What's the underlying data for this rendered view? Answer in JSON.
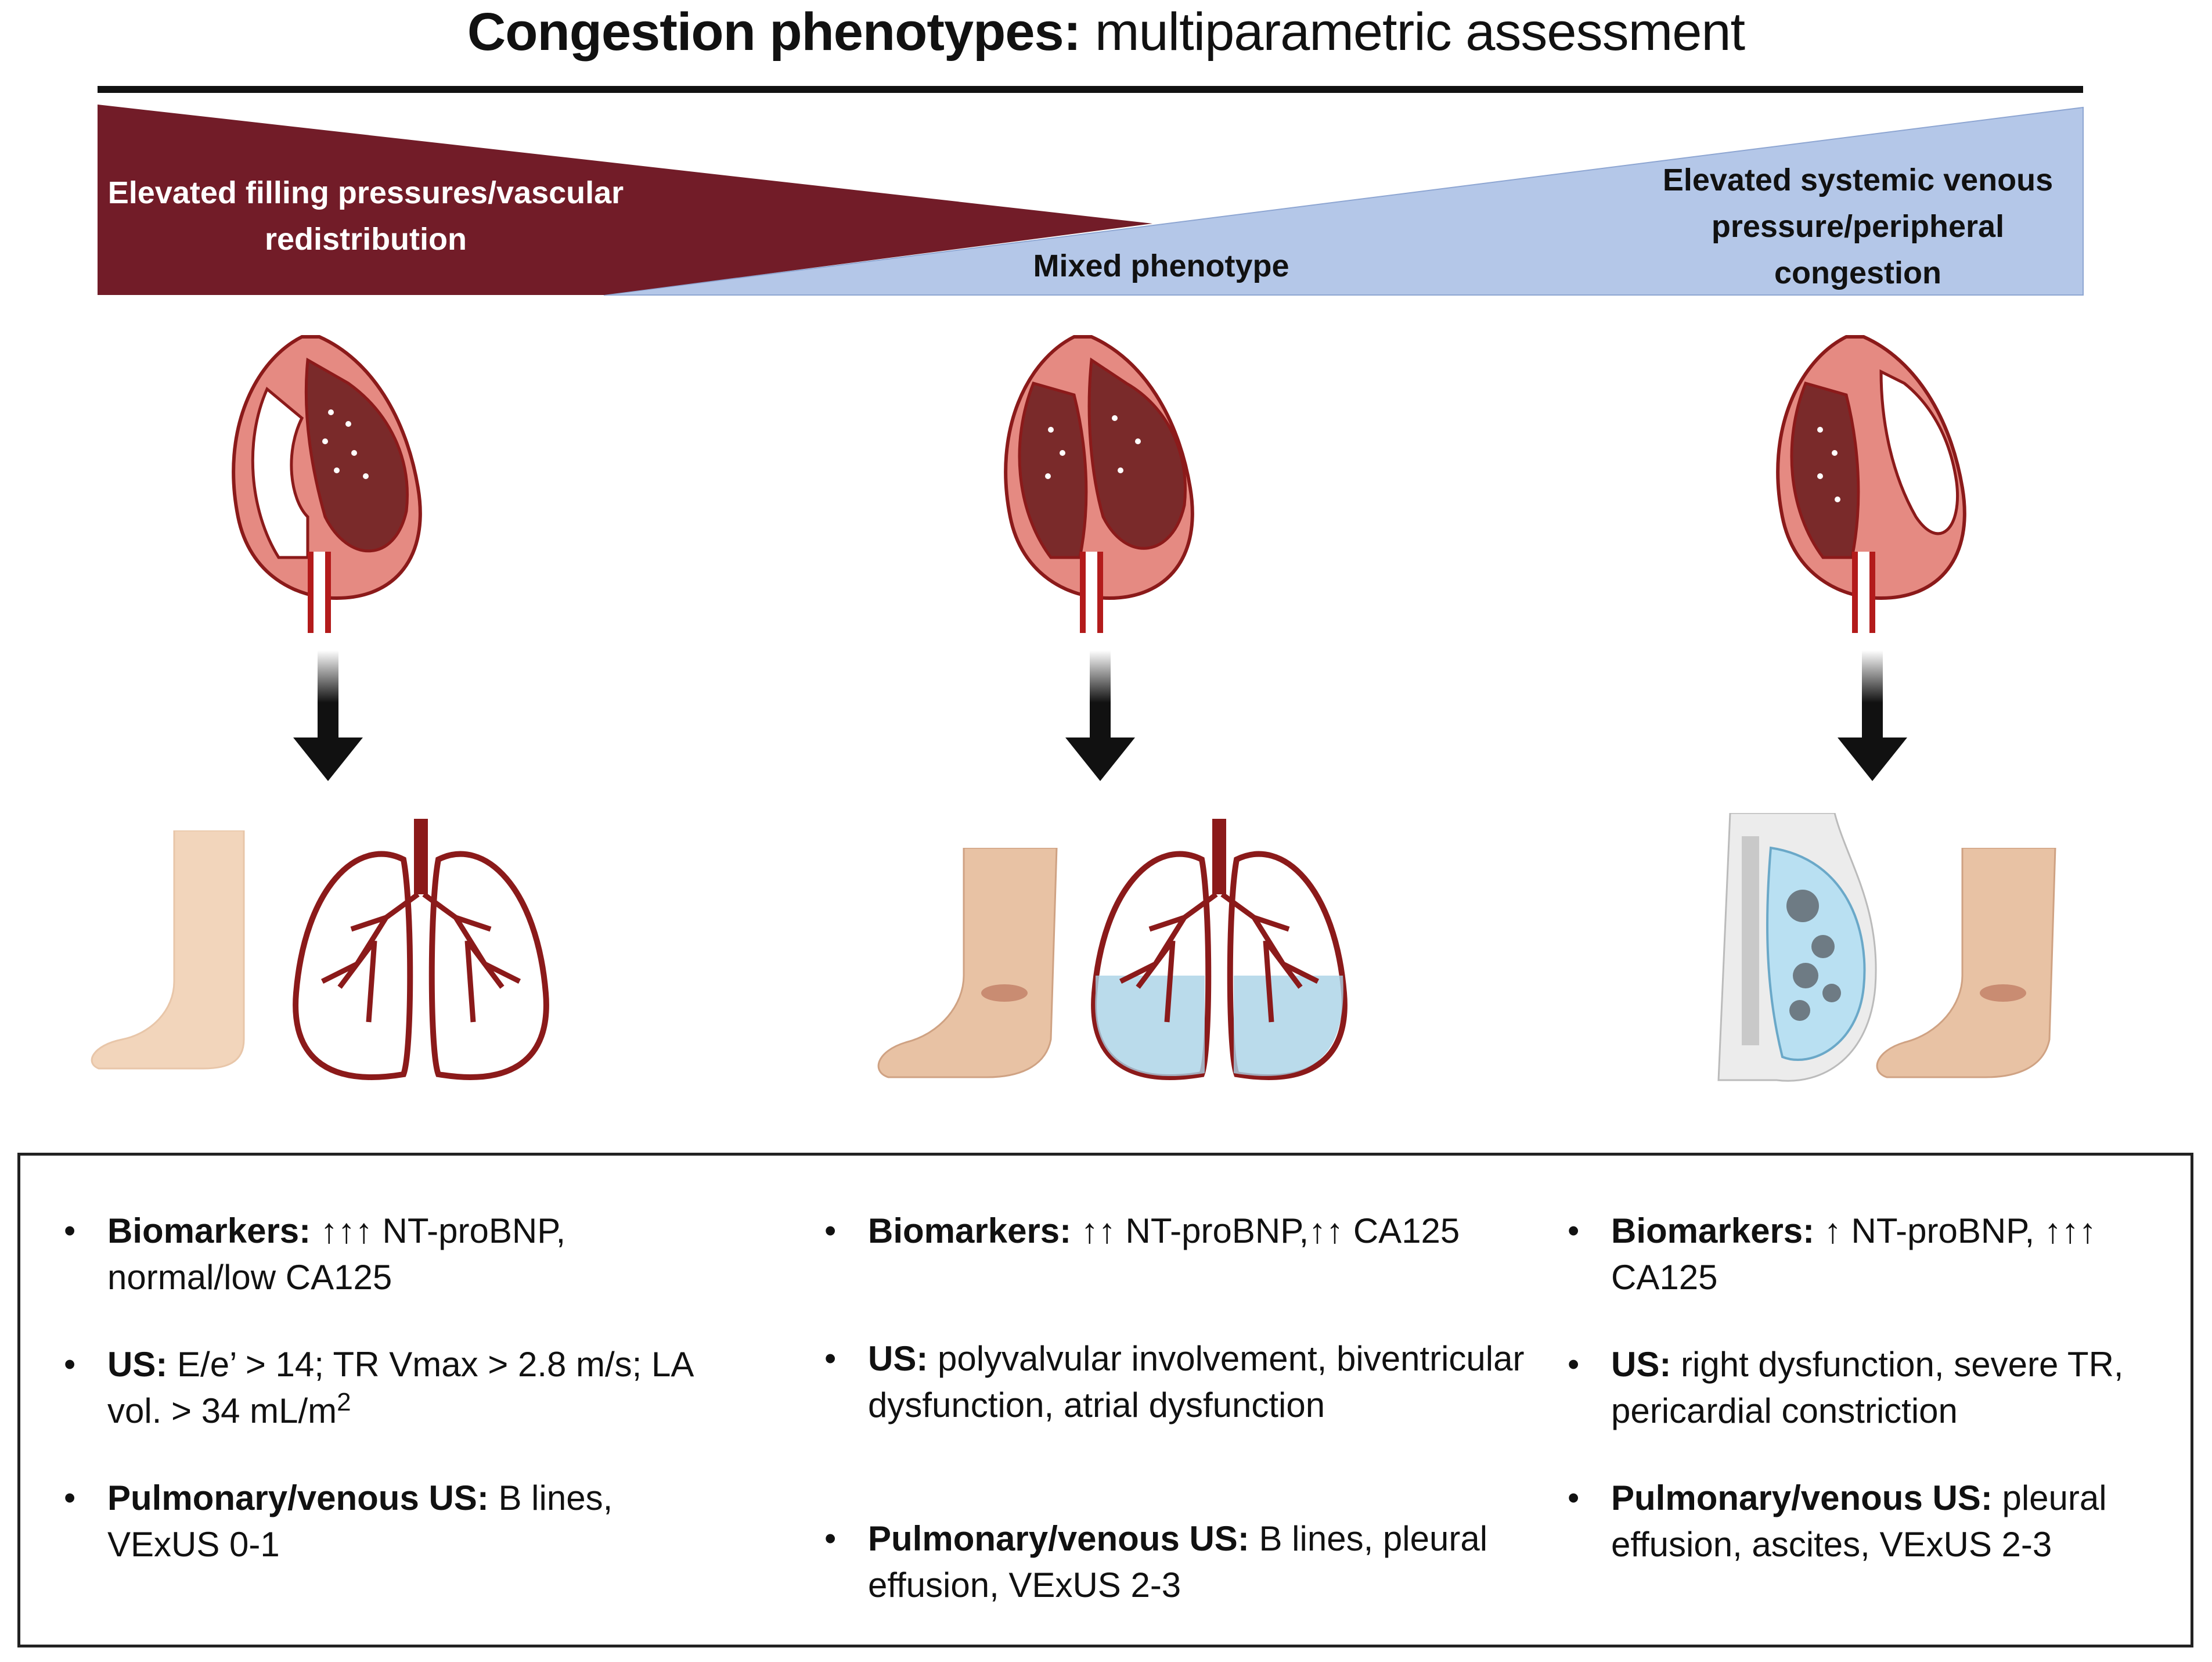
{
  "title": {
    "bold": "Congestion phenotypes:",
    "rest": "multiparametric assessment"
  },
  "banner": {
    "left_label": "Elevated filling pressures/vascular redistribution",
    "mid_label": "Mixed phenotype",
    "right_label": "Elevated systemic venous pressure/peripheral congestion",
    "colors": {
      "left": "#721c28",
      "right": "#b4c7e8"
    }
  },
  "columns": [
    {
      "biomarkers": {
        "label": "Biomarkers:",
        "text": " ↑↑↑ NT-proBNP, normal/low CA125"
      },
      "us": {
        "label": "US:",
        "text": " E/e’ > 14; TR Vmax > 2.8 m/s; LA vol. > 34 mL/m",
        "sup": "2"
      },
      "pulm": {
        "label": "Pulmonary/venous US:",
        "text": " B lines, VExUS 0-1"
      }
    },
    {
      "biomarkers": {
        "label": "Biomarkers:",
        "text": " ↑↑ NT-proBNP,",
        "text2": "↑↑ CA125"
      },
      "us": {
        "label": "US:",
        "text": " polyvalvular involvement, biventricular dysfunction, atrial dysfunction"
      },
      "pulm": {
        "label": "Pulmonary/venous US:",
        "text": " B lines, pleural effusion, VExUS 2-3"
      }
    },
    {
      "biomarkers": {
        "label": "Biomarkers:",
        "text": " ↑ NT-proBNP, ↑↑↑ CA125"
      },
      "us": {
        "label": "US:",
        "text": " right dysfunction, severe TR, pericardial constriction"
      },
      "pulm": {
        "label": "Pulmonary/venous US:",
        "text": " pleural effusion, ascites, VExUS 2-3"
      }
    }
  ],
  "icons": [
    "heart-icon",
    "down-arrow-icon",
    "leg-icon",
    "lungs-icon",
    "abdomen-icon"
  ]
}
